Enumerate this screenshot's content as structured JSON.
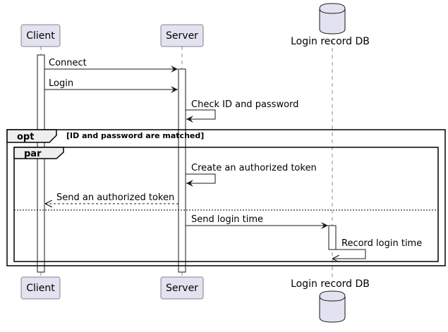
{
  "participants": {
    "client": "Client",
    "server": "Server",
    "db": "Login record DB"
  },
  "messages": {
    "connect": "Connect",
    "login": "Login",
    "check": "Check ID and password",
    "create_token": "Create an authorized token",
    "send_token": "Send an authorized token",
    "send_login_time": "Send login time",
    "record_login_time": "Record login time"
  },
  "fragments": {
    "opt_keyword": "opt",
    "opt_condition": "[ID and password are matched]",
    "par_keyword": "par"
  },
  "colors": {
    "participant_fill": "#E2E2F0",
    "line": "#181818",
    "frame_tab": "#EEEEEE"
  }
}
